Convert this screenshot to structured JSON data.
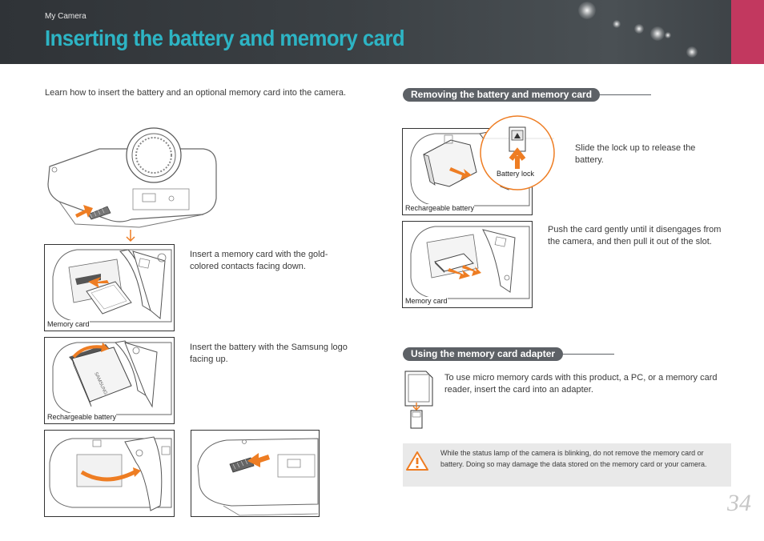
{
  "header": {
    "breadcrumb": "My Camera",
    "title": "Inserting the battery and memory card",
    "accent_color": "#c2385f",
    "title_color": "#2db4c4"
  },
  "intro": "Learn how to insert the battery and an optional memory card into the camera.",
  "steps": {
    "memory_card_instruction": "Insert a memory card with the gold-colored contacts facing down.",
    "battery_instruction": "Insert the battery with the Samsung logo facing up.",
    "memory_card_label": "Memory card",
    "battery_label": "Rechargeable battery",
    "battery_brand": "SAMSUNG"
  },
  "removing": {
    "heading": "Removing the battery and memory card",
    "lock_instruction": "Slide the lock up to release the battery.",
    "battery_lock_label": "Battery lock",
    "battery_label": "Rechargeable battery",
    "card_instruction": "Push the card gently until it disengages from the camera, and then pull it out of the slot.",
    "memory_card_label": "Memory card"
  },
  "adapter": {
    "heading": "Using the memory card adapter",
    "instruction": "To use micro memory cards with this product, a PC, or a memory card reader, insert the card into an adapter."
  },
  "warning": {
    "icon": "warning-triangle-icon",
    "text": "While the status lamp of the camera is blinking, do not remove the memory card or battery. Doing so may damage the data stored on the memory card or your camera."
  },
  "page_number": "34",
  "colors": {
    "arrow": "#ee7d23",
    "pill": "#5d6166",
    "note_bg": "#e9e9e9"
  }
}
